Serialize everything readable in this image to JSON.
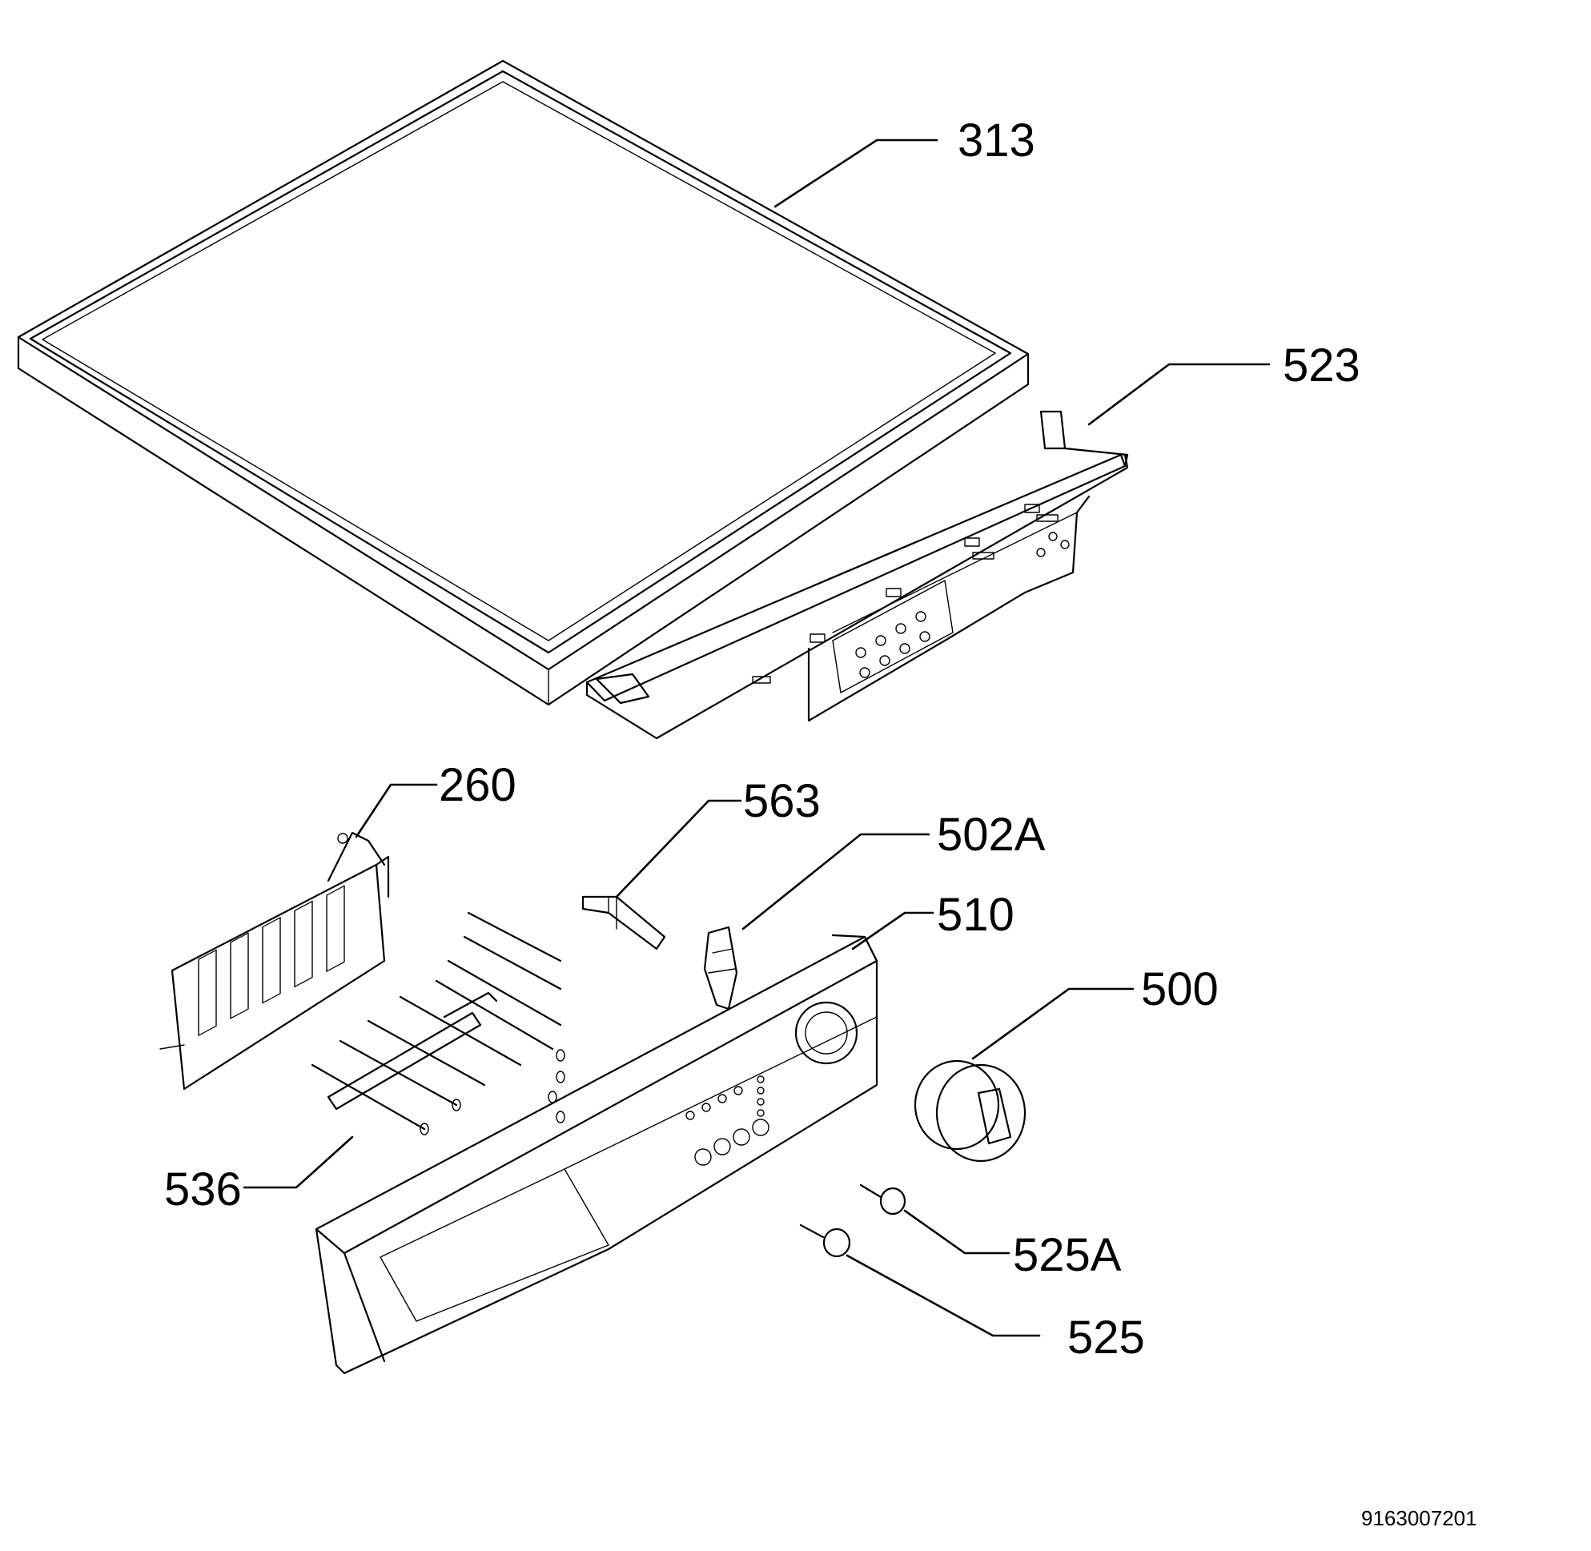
{
  "callouts": {
    "top_cover": "313",
    "control_panel_frame": "523",
    "switch_block": "260",
    "spring_pin": "563",
    "bracket": "502A",
    "control_panel_front": "510",
    "programme_knob": "500",
    "push_rods": "536",
    "button_a": "525A",
    "button": "525"
  },
  "document_number": "9163007201"
}
